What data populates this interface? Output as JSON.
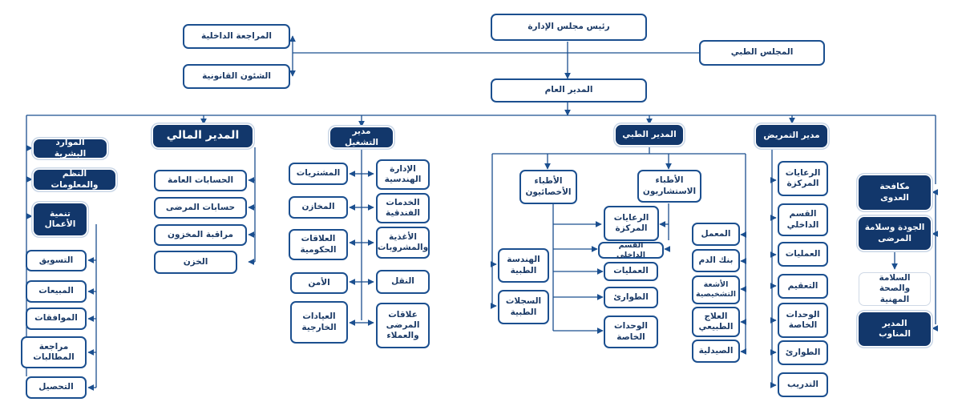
{
  "top": {
    "chairman": "رئيس مجلس الإدارة",
    "medical_council": "المجلس الطبي",
    "internal_audit": "المراجعة الداخلية",
    "legal_affairs": "الشئون القانونية",
    "general_manager": "المدير العام"
  },
  "nursing": {
    "title": "مدير التمريض",
    "items": [
      "الرعايات\nالمركزة",
      "القسم\nالداخلي",
      "العمليات",
      "التعقيم",
      "الوحدات\nالخاصة",
      "الطوارئ",
      "التدريب"
    ]
  },
  "medical": {
    "title": "المدير الطبي",
    "consultants": "الأطباء\nالاستشاريون",
    "specialists": "الأطباء\nالأخصائيون",
    "depts": [
      "الرعايات\nالمركزة",
      "القسم الداخلي",
      "العمليات",
      "الطوارئ",
      "الوحدات\nالخاصة"
    ],
    "support": [
      "المعمل",
      "بنك الدم",
      "الأشعة\nالتشخيصية",
      "العلاج\nالطبيعي",
      "الصيدلية"
    ],
    "records": [
      "الهندسة\nالطبية",
      "السجلات\nالطبية"
    ]
  },
  "operations": {
    "title": "مدير التشغيل",
    "right": [
      "الإدارة\nالهندسية",
      "الخدمات\nالفندقية",
      "الأغذية\nوالمشروبات",
      "النقل",
      "علاقات\nالمرضى\nوالعملاء"
    ],
    "left": [
      "المشتريات",
      "المخازن",
      "العلاقات\nالحكومية",
      "الأمن",
      "العيادات\nالخارجية"
    ]
  },
  "finance": {
    "title": "المدير المالي",
    "items": [
      "الحسابات العامة",
      "حسابات المرضى",
      "مراقبة المخزون",
      "الخزن"
    ]
  },
  "left_col": {
    "hr": "الموارد البشرية",
    "it": "النظم والمعلومات",
    "bd": "تنمية\nالأعمال",
    "bd_items": [
      "التسويق",
      "المبيعات",
      "الموافقات",
      "مراجعة\nالمطالبات",
      "التحصيل"
    ]
  },
  "right_col": {
    "infection": "مكافحة العدوى",
    "quality": "الجودة وسلامة\nالمرضى",
    "safety": "السلامة\nوالصحة المهنية",
    "duty": "المدير\nالمناوب"
  },
  "colors": {
    "line": "#1b4f8f",
    "dark_box": "#12376b",
    "text": "#1b3a66"
  }
}
